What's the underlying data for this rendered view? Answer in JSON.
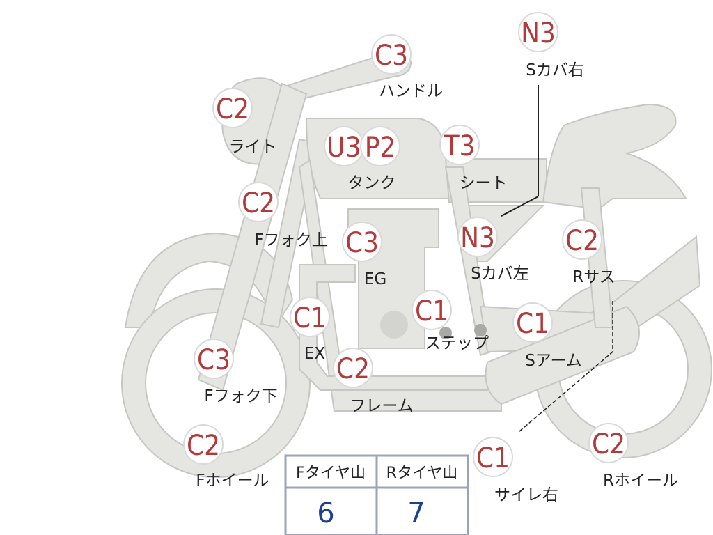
{
  "parts": {
    "handle": {
      "code": "C3",
      "label": "ハンドル"
    },
    "light": {
      "code": "C2",
      "label": "ライト"
    },
    "tank_u": {
      "code": "U3",
      "label": ""
    },
    "tank_p": {
      "code": "P2",
      "label": "タンク"
    },
    "seat": {
      "code": "T3",
      "label": "シート"
    },
    "scover_right": {
      "code": "N3",
      "label": "Sカバ右"
    },
    "ffork_upper": {
      "code": "C2",
      "label": "Fフォク上"
    },
    "engine": {
      "code": "C3",
      "label": "EG"
    },
    "scover_left": {
      "code": "N3",
      "label": "Sカバ左"
    },
    "rsus": {
      "code": "C2",
      "label": "Rサス"
    },
    "exhaust": {
      "code": "C1",
      "label": "EX"
    },
    "step": {
      "code": "C1",
      "label": "ステップ"
    },
    "sarm": {
      "code": "C1",
      "label": "Sアーム"
    },
    "ffork_lower": {
      "code": "C3",
      "label": "Fフォク下"
    },
    "frame": {
      "code": "C2",
      "label": "フレーム"
    },
    "fwheel": {
      "code": "C2",
      "label": "Fホイール"
    },
    "silencer_right": {
      "code": "C1",
      "label": "サイレ右"
    },
    "rwheel": {
      "code": "C2",
      "label": "Rホイール"
    }
  },
  "tire_table": {
    "headers": [
      "Fタイヤ山",
      "Rタイヤ山"
    ],
    "values": [
      "6",
      "7"
    ]
  }
}
